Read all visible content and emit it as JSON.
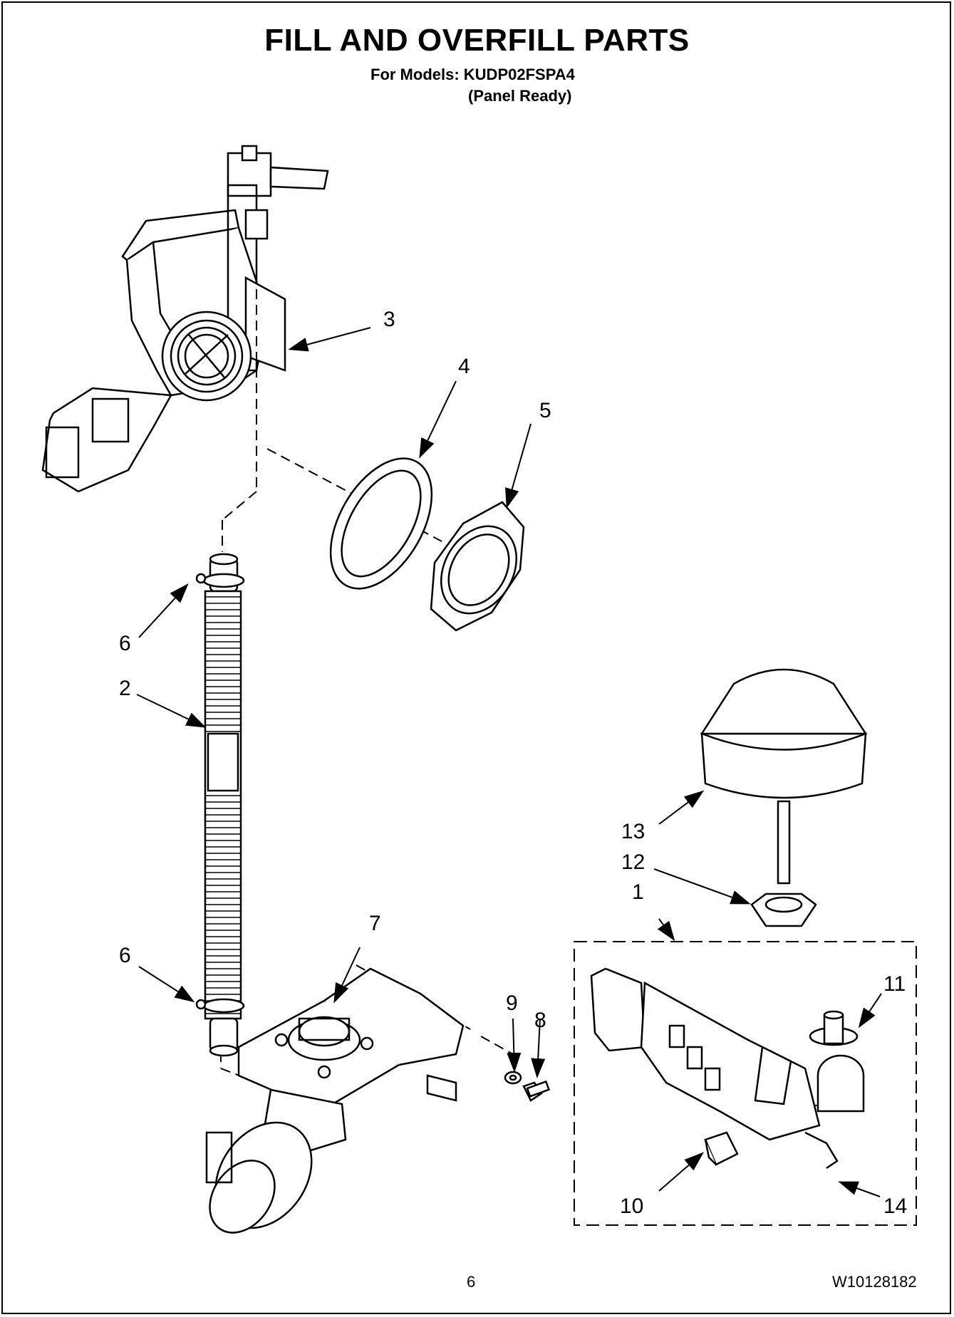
{
  "header": {
    "title": "FILL AND OVERFILL PARTS",
    "models_line": "For Models: KUDP02FSPA4",
    "variant_line": "(Panel Ready)"
  },
  "callouts": {
    "c1": "1",
    "c2": "2",
    "c3": "3",
    "c4": "4",
    "c5": "5",
    "c6a": "6",
    "c6b": "6",
    "c7": "7",
    "c8": "8",
    "c9": "9",
    "c10": "10",
    "c11": "11",
    "c12": "12",
    "c13": "13",
    "c14": "14"
  },
  "footer": {
    "page_number": "6",
    "document_number": "W10128182"
  }
}
